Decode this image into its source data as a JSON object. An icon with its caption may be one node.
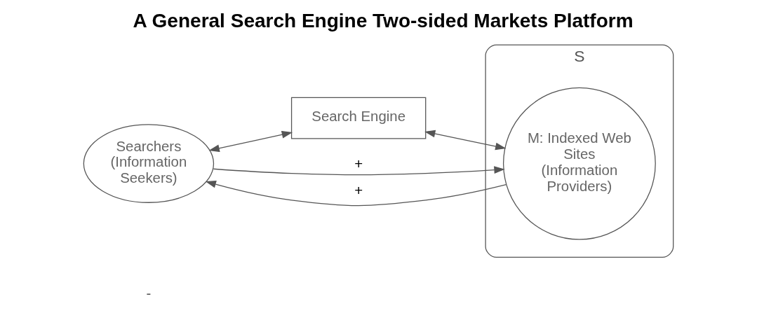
{
  "diagram": {
    "title": "A General Search Engine Two-sided Markets Platform",
    "nodes": [
      {
        "text": [
          "Searchers (Information Seekers)"
        ]
      },
      {
        "text": [
          "Search Engine"
        ]
      },
      {
        "text": [
          "S"
        ]
      },
      {
        "text": [
          "M: Indexed Web Sites (Information Providers)"
        ],
        "in": 2
      }
    ],
    "edges": [
      {
        "from": 0,
        "to": 3,
        "arrow": "to",
        "label": "+"
      },
      {
        "from": 0,
        "to": 1,
        "arrow": "both"
      },
      {
        "from": 1,
        "to": 3,
        "arrow": "both"
      },
      {
        "from": 3,
        "to": 0,
        "arrow": "to",
        "label": "+"
      }
    ],
    "labels": [
      "-"
    ]
  }
}
